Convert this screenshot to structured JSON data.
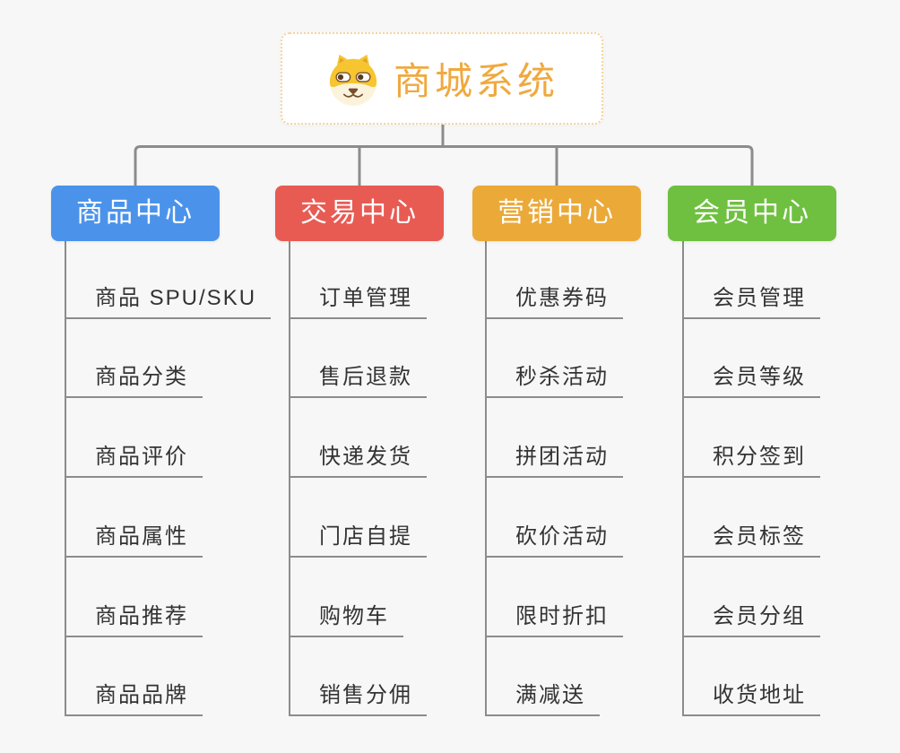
{
  "root": {
    "title": "商城系统",
    "title_color": "#f0a93f",
    "border_color": "#f5d49b",
    "icon": "dog-face-icon"
  },
  "connector_color": "#8c8c8c",
  "item_text_color": "#333333",
  "background_color": "#f7f7f7",
  "branches": [
    {
      "label": "商品中心",
      "color": "#4b93ea",
      "items": [
        "商品 SPU/SKU",
        "商品分类",
        "商品评价",
        "商品属性",
        "商品推荐",
        "商品品牌"
      ]
    },
    {
      "label": "交易中心",
      "color": "#e85b53",
      "items": [
        "订单管理",
        "售后退款",
        "快递发货",
        "门店自提",
        "购物车",
        "销售分佣"
      ]
    },
    {
      "label": "营销中心",
      "color": "#eba938",
      "items": [
        "优惠券码",
        "秒杀活动",
        "拼团活动",
        "砍价活动",
        "限时折扣",
        "满减送"
      ]
    },
    {
      "label": "会员中心",
      "color": "#6fc040",
      "items": [
        "会员管理",
        "会员等级",
        "积分签到",
        "会员标签",
        "会员分组",
        "收货地址"
      ]
    }
  ]
}
